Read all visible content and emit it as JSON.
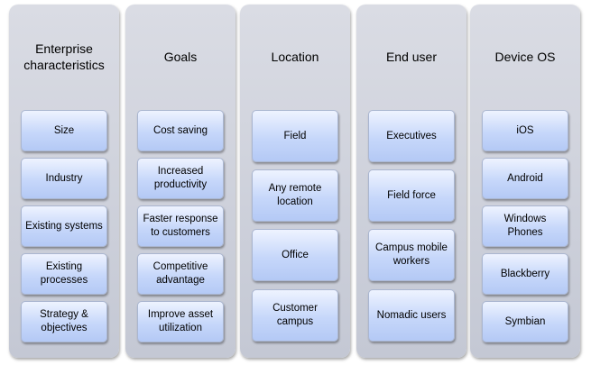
{
  "columns": [
    {
      "title": "Enterprise characteristics",
      "items": [
        "Size",
        "Industry",
        "Existing systems",
        "Existing processes",
        "Strategy & objectives"
      ]
    },
    {
      "title": "Goals",
      "items": [
        "Cost saving",
        "Increased productivity",
        "Faster response to customers",
        "Competitive advantage",
        "Improve asset utilization"
      ]
    },
    {
      "title": "Location",
      "items": [
        "Field",
        "Any remote location",
        "Office",
        "Customer campus"
      ]
    },
    {
      "title": "End user",
      "items": [
        "Executives",
        "Field force",
        "Campus mobile workers",
        "Nomadic users"
      ]
    },
    {
      "title": "Device OS",
      "items": [
        "iOS",
        "Android",
        "Windows Phones",
        "Blackberry",
        "Symbian"
      ]
    }
  ]
}
